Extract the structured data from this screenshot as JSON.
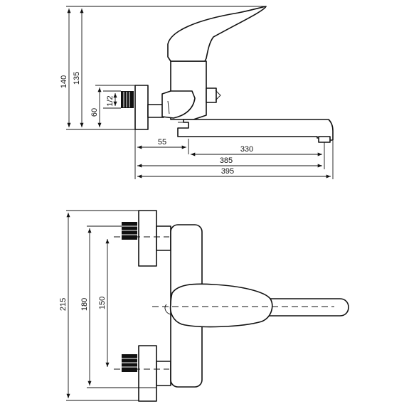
{
  "side_view": {
    "dimensions": {
      "height_total": "140",
      "height_spout": "135",
      "height_inlet": "60",
      "thread": "1/2",
      "offset": "55",
      "spout_330": "330",
      "spout_385": "385",
      "spout_395": "395"
    }
  },
  "front_view": {
    "dimensions": {
      "height_total": "215",
      "centers_max": "180",
      "centers_min": "150"
    }
  }
}
